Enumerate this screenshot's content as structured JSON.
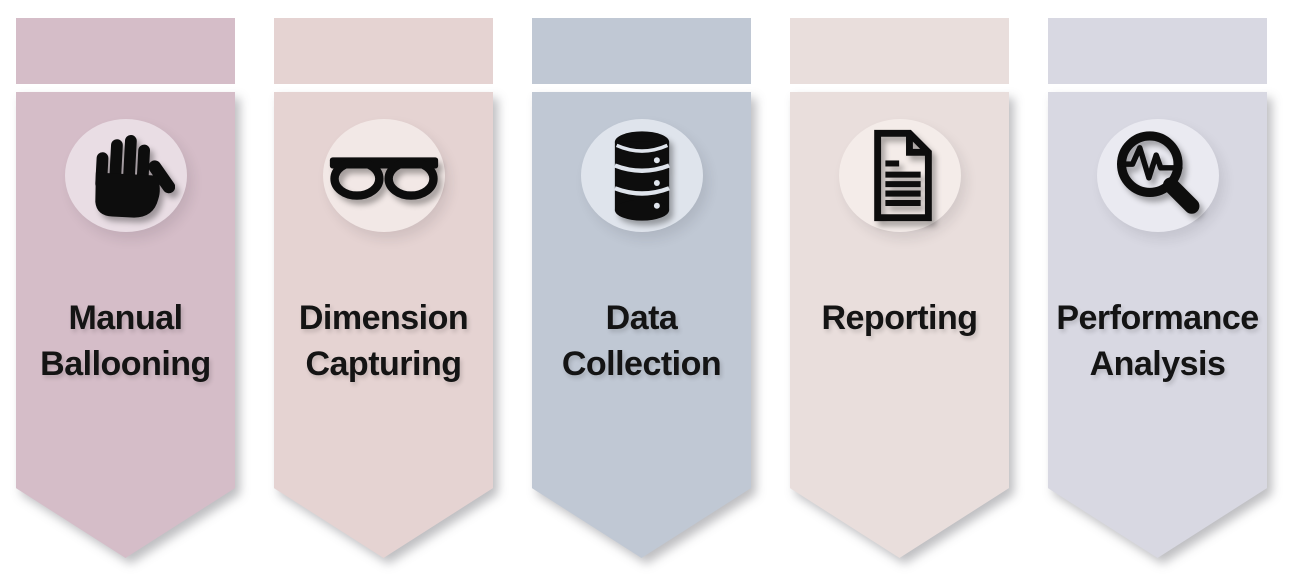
{
  "background": "#ffffff",
  "icon_color": "#0d0d0d",
  "banners": [
    {
      "label": "Manual\nBallooning",
      "icon": "hand-icon",
      "colors": {
        "header": "#d5bdc8",
        "body": "#d5bdc8",
        "circle": "#e9dde4"
      }
    },
    {
      "label": "Dimension\nCapturing",
      "icon": "glasses-icon",
      "colors": {
        "header": "#e5d3d2",
        "body": "#e5d3d2",
        "circle": "#f2e8e6"
      }
    },
    {
      "label": "Data\nCollection",
      "icon": "database-icon",
      "colors": {
        "header": "#c0c8d4",
        "body": "#c0c8d4",
        "circle": "#dfe4ec"
      }
    },
    {
      "label": "Reporting",
      "icon": "document-icon",
      "colors": {
        "header": "#e9dedc",
        "body": "#e9dedc",
        "circle": "#f4ece9"
      }
    },
    {
      "label": "Performance\nAnalysis",
      "icon": "magnifier-waveform-icon",
      "colors": {
        "header": "#d8d8e2",
        "body": "#d8d8e2",
        "circle": "#eaeaf1"
      }
    }
  ]
}
